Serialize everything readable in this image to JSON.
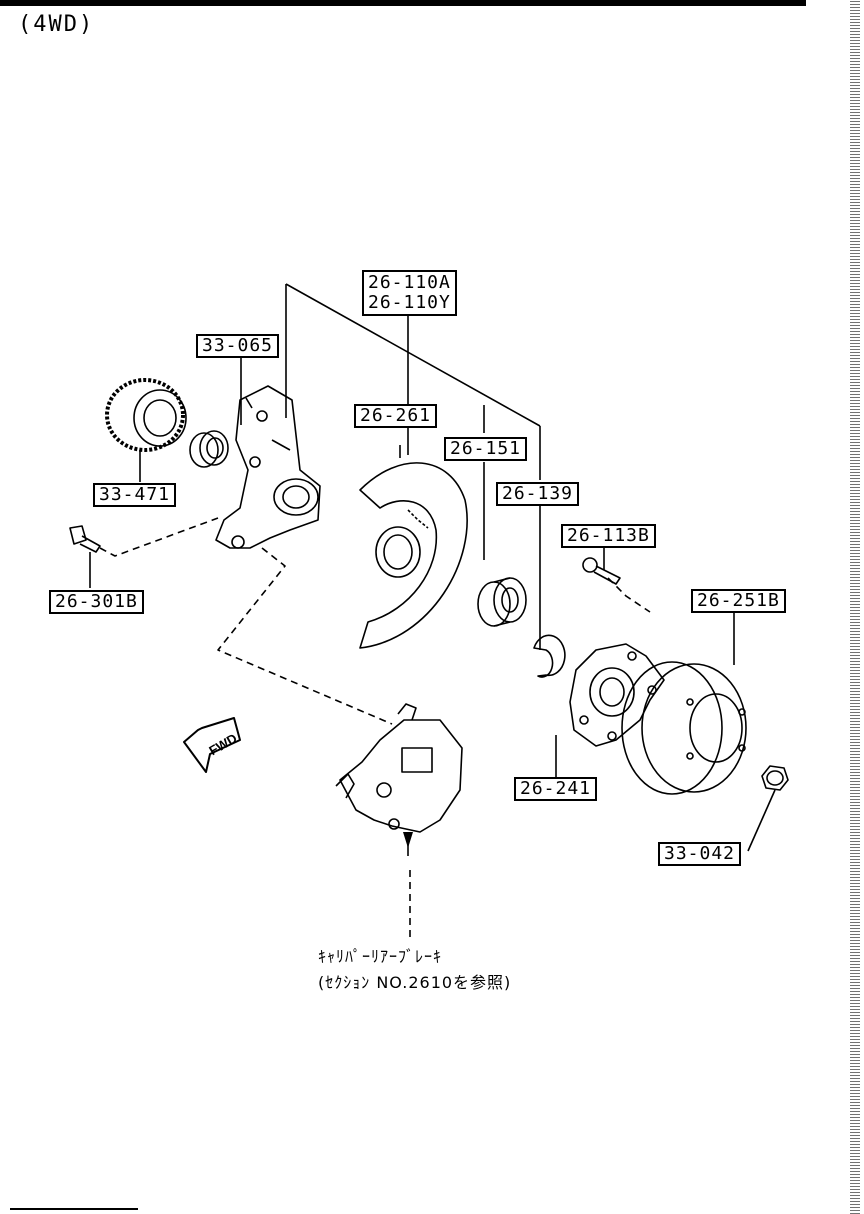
{
  "title": "(4WD)",
  "parts": {
    "p26_110": [
      "26-110A",
      "26-110Y"
    ],
    "p33_065": "33-065",
    "p26_261": "26-261",
    "p26_151": "26-151",
    "p26_139": "26-139",
    "p33_471": "33-471",
    "p26_301b": "26-301B",
    "p26_113b": "26-113B",
    "p26_251b": "26-251B",
    "p26_241": "26-241",
    "p33_042": "33-042"
  },
  "fwd_label": "FWD",
  "note": {
    "line1": "ｷｬﾘﾊﾟｰﾘｱｰﾌﾞﾚｰｷ",
    "line2": "(ｾｸｼｮﾝ NO.2610を参照)"
  }
}
